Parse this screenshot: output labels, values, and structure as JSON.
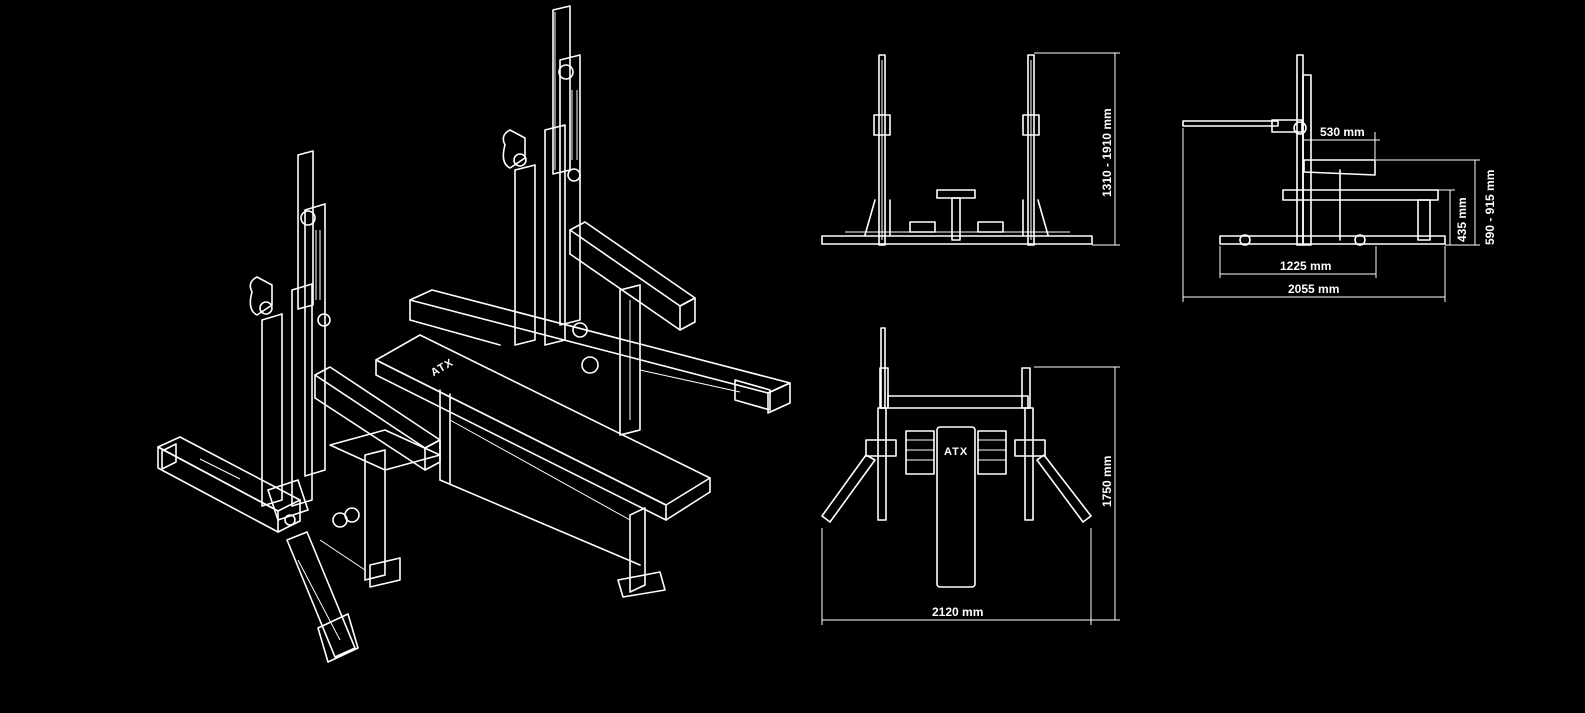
{
  "brand": {
    "logo_text": "ATX"
  },
  "dimensions": {
    "height_range": "1310 - 1910 mm",
    "rack_depth": "530 mm",
    "bench_range": "590 - 915 mm",
    "bench_height": "435 mm",
    "base_width": "1225 mm",
    "overall_length": "2055 mm",
    "top_depth": "1750 mm",
    "top_width": "2120 mm"
  },
  "colors": {
    "background": "#000000",
    "line": "#ffffff"
  }
}
